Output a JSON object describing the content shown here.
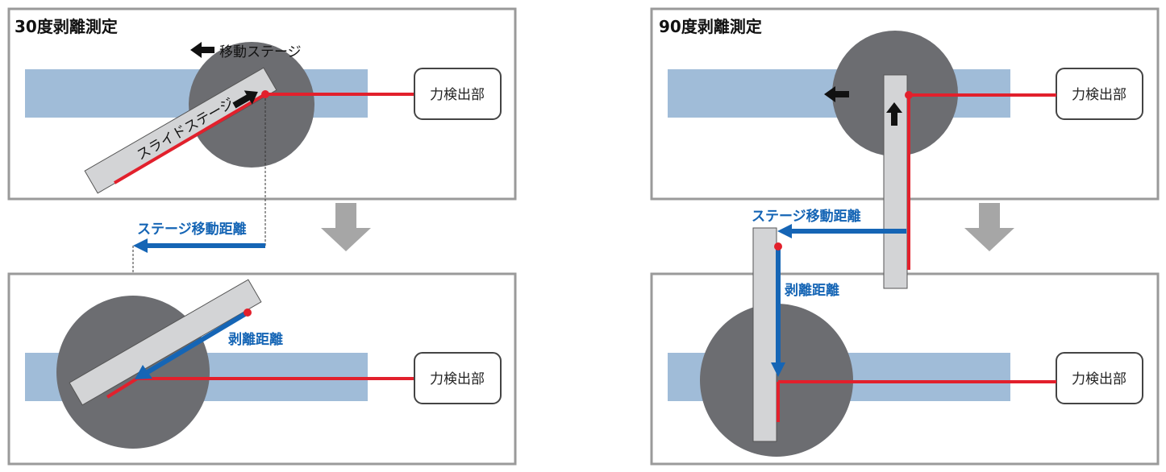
{
  "panels": {
    "left_title": "30度剥離測定",
    "right_title": "90度剥離測定"
  },
  "labels": {
    "force_detector": "力検出部",
    "moving_stage": "移動ステージ",
    "slide_stage": "スライドステージ",
    "stage_travel": "ステージ移動距離",
    "peel_distance": "剥離距離"
  },
  "colors": {
    "frame": "#9a9a9a",
    "tape": "#a0bcd8",
    "stage_disc": "#6c6d71",
    "slide_stage": "#d3d4d6",
    "peel_line": "#e2202c",
    "distance_arrow": "#1565b5",
    "transition_arrow": "#a6a6a6"
  },
  "icons": [
    "left-arrow-icon",
    "up-arrow-icon",
    "down-arrow-icon",
    "diagonal-arrow-icon"
  ]
}
